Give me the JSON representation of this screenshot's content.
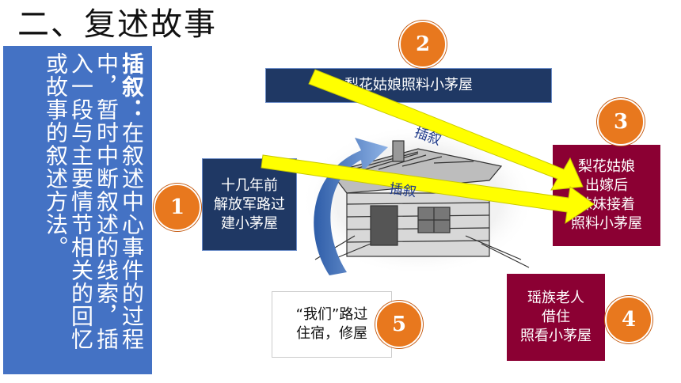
{
  "heading": "二、复述故事",
  "definition": {
    "term": "插叙：",
    "text": "在叙述中心事件的过程中，暂时中断叙述的线索，插入一段与主要情节相关的回忆或故事的叙述方法。"
  },
  "boxes": {
    "top": "梨花姑娘照料小茅屋",
    "left": [
      "十几年前",
      "解放军路过",
      "建小茅屋"
    ],
    "right": [
      "梨花姑娘",
      "出嫁后",
      "妹妹接着",
      "照料小茅屋"
    ],
    "bottom_right": [
      "瑶族老人",
      "借住",
      "照看小茅屋"
    ],
    "bottom": [
      "“我们”路过",
      "住宿，修屋"
    ]
  },
  "steps": {
    "one": "1",
    "two": "2",
    "three": "3",
    "four": "4",
    "five": "5"
  },
  "arrow_labels": {
    "first": "插叙",
    "second": "插叙"
  },
  "colors": {
    "panel_blue": "#4472c4",
    "navy": "#1f3864",
    "crimson": "#8b0033",
    "orange": "#e8781e",
    "yellow_arrow": "#ffff00"
  }
}
